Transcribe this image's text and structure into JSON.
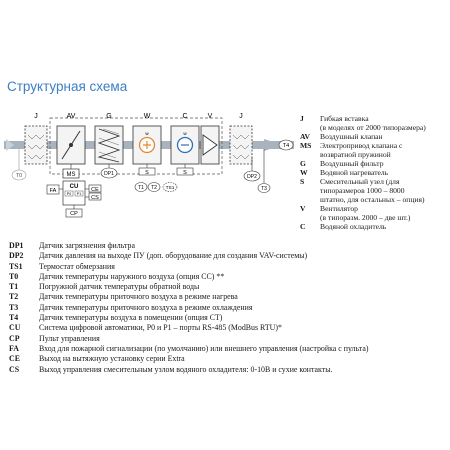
{
  "title": "Структурная схема",
  "diagram": {
    "blocks": [
      "J",
      "AV",
      "G",
      "W",
      "C",
      "V",
      "J"
    ],
    "sublabels": [
      "MS",
      "DP1",
      "S",
      "S"
    ],
    "sensors": [
      "T0",
      "T1",
      "T2",
      "TS1",
      "DP2",
      "T3",
      "T4"
    ],
    "controls": [
      "FA",
      "CU",
      "P0",
      "P1",
      "CP",
      "CE",
      "CS"
    ]
  },
  "legend_right": [
    {
      "code": "J",
      "lines": [
        "Гибкая вставка",
        "(в моделях от 2000 типоразмера)"
      ]
    },
    {
      "code": "AV",
      "lines": [
        "Воздушный клапан"
      ]
    },
    {
      "code": "MS",
      "lines": [
        "Электропривод клапана с",
        "возвратной пружиной"
      ]
    },
    {
      "code": "G",
      "lines": [
        "Воздушный фильтр"
      ]
    },
    {
      "code": "W",
      "lines": [
        "Водяной нагреватель"
      ]
    },
    {
      "code": "S",
      "lines": [
        "Смесительный узел (для",
        "типоразмеров 1000 – 8000",
        "штатно, для остальных – опция)"
      ]
    },
    {
      "code": "V",
      "lines": [
        "Вентилятор",
        "(в типоразм. 2000 – две шт.)"
      ]
    },
    {
      "code": "C",
      "lines": [
        "Водяной охладитель"
      ]
    }
  ],
  "legend_bottom": [
    {
      "code": "DP1",
      "desc": "Датчик загрязнения фильтра"
    },
    {
      "code": "DP2",
      "desc": "Датчик давления на выходе ПУ (доп. оборудование для создания VAV-системы)"
    },
    {
      "code": "TS1",
      "desc": "Термостат обмерзания"
    },
    {
      "code": "T0",
      "desc": "Датчик температуры наружного воздуха (опция CC) **"
    },
    {
      "code": "T1",
      "desc": "Погружной датчик температуры обратной воды"
    },
    {
      "code": "T2",
      "desc": "Датчик температуры приточного воздуха в режиме нагрева"
    },
    {
      "code": "T3",
      "desc": "Датчик температуры приточного воздуха в режиме охлаждения"
    },
    {
      "code": "T4",
      "desc": "Датчик температуры воздуха в помещении (опция CT)"
    },
    {
      "code": "CU",
      "desc": "Система цифровой автоматики, P0 и P1 – порты RS-485 (ModBus RTU)*"
    },
    {
      "code": "CP",
      "desc": "Пульт управления"
    },
    {
      "code": "FA",
      "desc": "Вход для пожарной сигнализации (по умолчанию) или внешнего управления (настройка с пульта)"
    },
    {
      "code": "CE",
      "desc": "Выход на вытяжную установку серии Extra"
    },
    {
      "code": "CS",
      "desc": "Выход управления смесительным узлом водяного охладителя: 0-10В и сухие контакты."
    }
  ],
  "colors": {
    "title": "#3b7fc4",
    "duct": "#a9b3bd",
    "block": "#f2f2f2",
    "line": "#333333"
  }
}
